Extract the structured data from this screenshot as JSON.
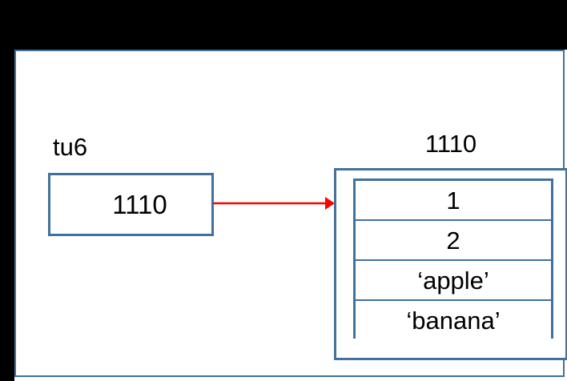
{
  "diagram": {
    "title": "python tuple reference diagram",
    "colors": {
      "box_border": "#41719C",
      "arrow": "#FF0000",
      "text": "#000000",
      "background": "#FFFFFF",
      "letterbox": "#000000"
    },
    "variable": {
      "name": "tu6",
      "value": "1110"
    },
    "arrow": {
      "label": "points-to",
      "color": "#FF0000"
    },
    "object": {
      "id_label": "1110",
      "elements": [
        {
          "value": "1"
        },
        {
          "value": "2"
        },
        {
          "value": "‘apple’"
        },
        {
          "value": "‘banana’"
        }
      ]
    }
  }
}
